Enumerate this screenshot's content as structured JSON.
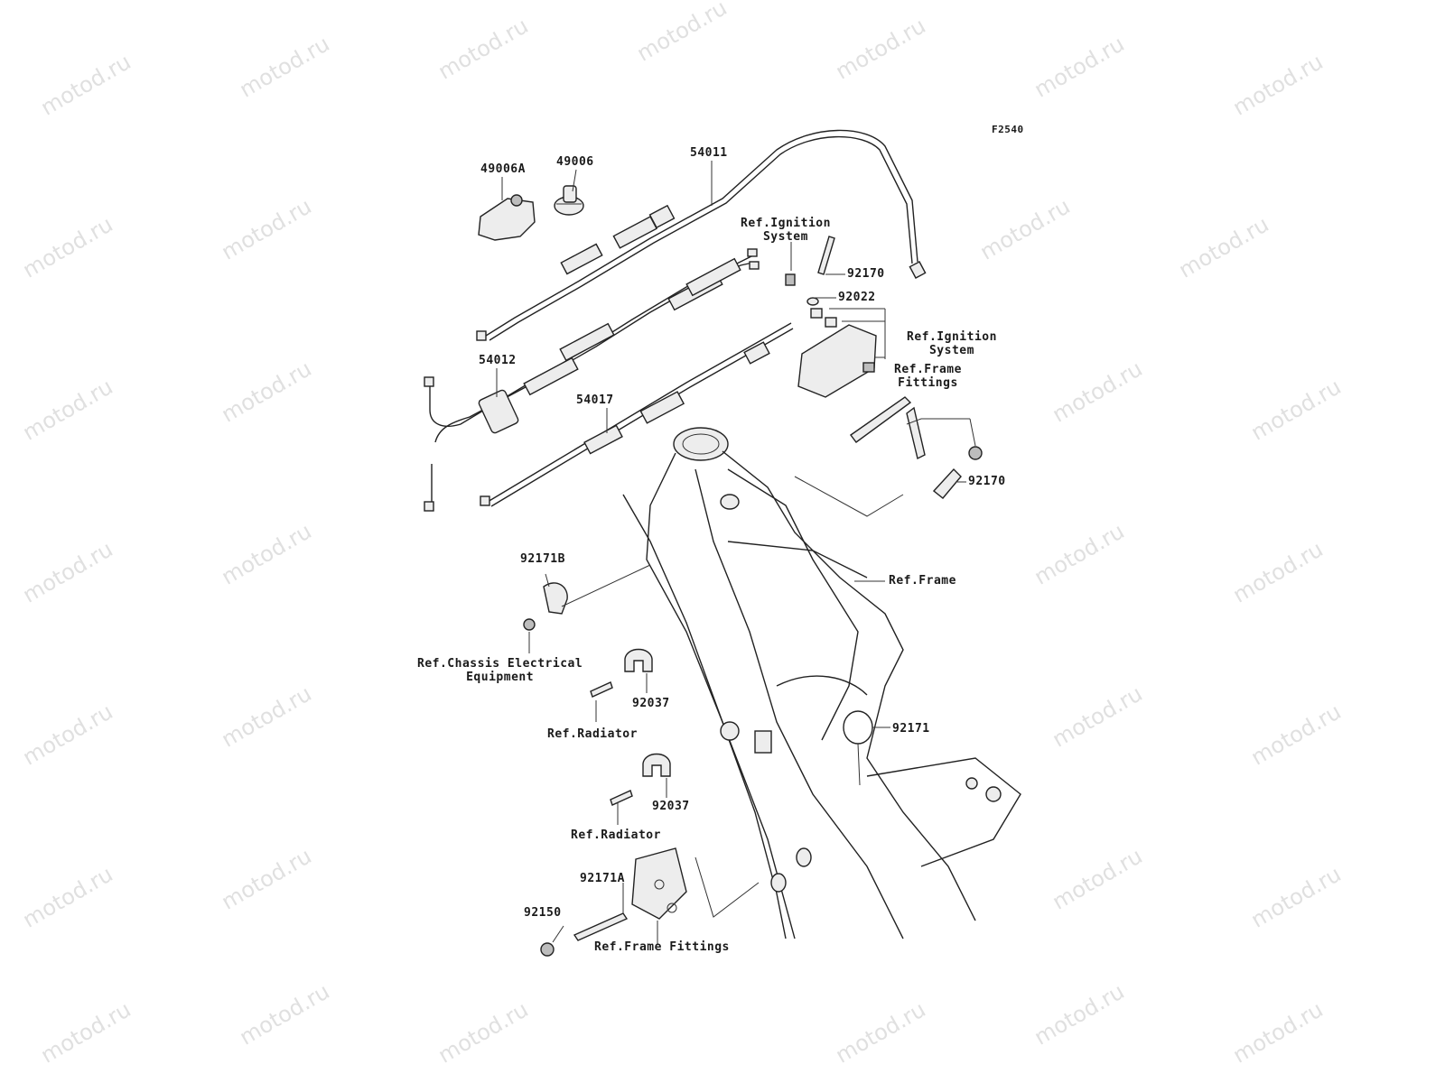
{
  "figure_code": "F2540",
  "watermark_text": "motod.ru",
  "callouts": {
    "p49006A": "49006A",
    "p49006": "49006",
    "p54011": "54011",
    "p54012": "54012",
    "p54017": "54017",
    "p92170_top": "92170",
    "p92022": "92022",
    "p92170_mid": "92170",
    "p92171B": "92171B",
    "p92037_a": "92037",
    "p92037_b": "92037",
    "p92171": "92171",
    "p92171A": "92171A",
    "p92150": "92150"
  },
  "references": {
    "ignition_1": "Ref.Ignition\nSystem",
    "ignition_2": "Ref.Ignition\nSystem",
    "frame_fittings_1": "Ref.Frame\nFittings",
    "frame": "Ref.Frame",
    "chassis_electrical": "Ref.Chassis Electrical\nEquipment",
    "radiator_1": "Ref.Radiator",
    "radiator_2": "Ref.Radiator",
    "frame_fittings_2": "Ref.Frame Fittings"
  }
}
